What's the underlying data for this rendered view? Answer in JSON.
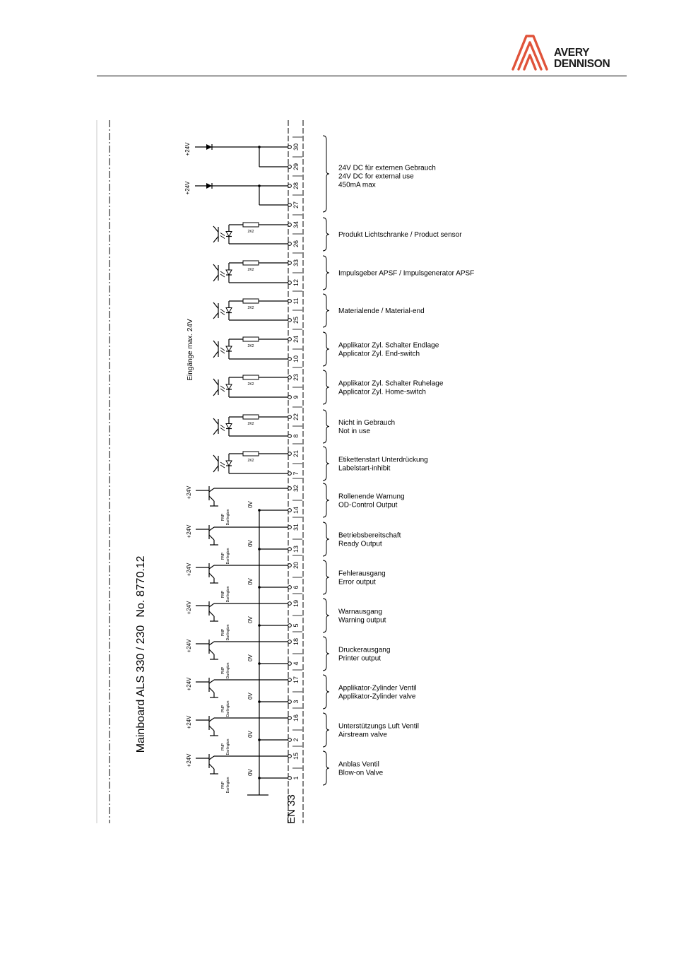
{
  "header": {
    "logo": {
      "icon": "avery-dennison-triangle-logo",
      "brand_color": "#e0533a",
      "line_1": "AVERY",
      "line_2": "DENNISON"
    }
  },
  "schematic": {
    "title": "Mainboard ALS 330 / 230",
    "number": "No. 8770.12",
    "connector": "EN 33",
    "input_caption": "Eingänge max. 24V",
    "supply": {
      "label": "+24V",
      "groups": [
        {
          "terminals": [
            "30",
            "29"
          ]
        },
        {
          "terminals": [
            "28",
            "27"
          ]
        }
      ],
      "description": [
        "24V DC für externen Gebrauch",
        "24V DC for external use",
        "450mA max"
      ]
    },
    "inputs": [
      {
        "terminals": [
          "34",
          "26"
        ],
        "resistor": "2K2",
        "lines": [
          "Produkt Lichtschranke / Product sensor"
        ]
      },
      {
        "terminals": [
          "33",
          "12"
        ],
        "resistor": "2K2",
        "lines": [
          "Impulsgeber APSF / Impulsgenerator APSF"
        ]
      },
      {
        "terminals": [
          "11",
          "25"
        ],
        "resistor": "2K2",
        "lines": [
          "Materialende / Material-end"
        ]
      },
      {
        "terminals": [
          "24",
          "10"
        ],
        "resistor": "2K2",
        "lines": [
          "Applikator Zyl. Schalter Endlage",
          "Applicator Zyl. End-switch"
        ]
      },
      {
        "terminals": [
          "23",
          "9"
        ],
        "resistor": "2K2",
        "lines": [
          "Applikator Zyl. Schalter Ruhelage",
          "Applicator Zyl. Home-switch"
        ]
      },
      {
        "terminals": [
          "22",
          "8"
        ],
        "resistor": "2K2",
        "lines": [
          "Nicht in Gebrauch",
          "Not in use"
        ]
      },
      {
        "terminals": [
          "21",
          "7"
        ],
        "resistor": "2K2",
        "lines": [
          "Etikettenstart Unterdrückung",
          "Labelstart-inhibit"
        ]
      }
    ],
    "outputs": [
      {
        "terminals": [
          "32",
          "14"
        ],
        "supply": "+24V",
        "transistor": [
          "PNP",
          "Darlington"
        ],
        "ground": "0V",
        "lines": [
          "Rollenende Warnung",
          "OD-Control Output"
        ]
      },
      {
        "terminals": [
          "31",
          "13"
        ],
        "supply": "+24V",
        "transistor": [
          "PNP",
          "Darlington"
        ],
        "ground": "0V",
        "lines": [
          "Betriebsbereitschaft",
          "Ready Output"
        ]
      },
      {
        "terminals": [
          "20",
          "6"
        ],
        "supply": "+24V",
        "transistor": [
          "PNP",
          "Darlington"
        ],
        "ground": "0V",
        "lines": [
          "Fehlerausgang",
          "Error output"
        ]
      },
      {
        "terminals": [
          "19",
          "5"
        ],
        "supply": "+24V",
        "transistor": [
          "PNP",
          "Darlington"
        ],
        "ground": "0V",
        "lines": [
          "Warnausgang",
          "Warning output"
        ]
      },
      {
        "terminals": [
          "18",
          "4"
        ],
        "supply": "+24V",
        "transistor": [
          "PNP",
          "Darlington"
        ],
        "ground": "0V",
        "lines": [
          "Druckerausgang",
          "Printer output"
        ]
      },
      {
        "terminals": [
          "17",
          "3"
        ],
        "supply": "+24V",
        "transistor": [
          "PNP",
          "Darlington"
        ],
        "ground": "0V",
        "lines": [
          "Applikator-Zylinder Ventil",
          "Applikator-Zylinder valve"
        ]
      },
      {
        "terminals": [
          "16",
          "2"
        ],
        "supply": "+24V",
        "transistor": [
          "PNP",
          "Darlington"
        ],
        "ground": "0V",
        "lines": [
          "Unterstützungs Luft Ventil",
          "Airstream valve"
        ]
      },
      {
        "terminals": [
          "15",
          "1"
        ],
        "supply": "+24V",
        "transistor": [
          "PNP",
          "Darlington"
        ],
        "ground": "0V",
        "lines": [
          "Anblas Ventil",
          "Blow-on Valve"
        ]
      }
    ]
  }
}
